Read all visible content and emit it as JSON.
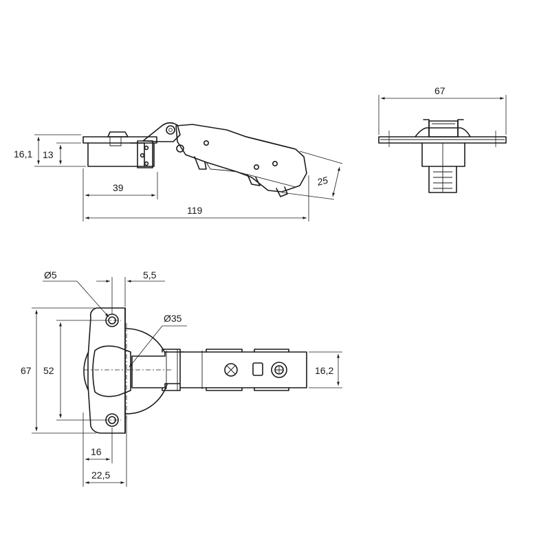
{
  "colors": {
    "line": "#1a1a1a",
    "background": "#ffffff"
  },
  "dimensions": {
    "side_total_height": "16,1",
    "side_plate_height": "13",
    "side_cup_offset": "39",
    "side_total_length": "119",
    "side_angle": "25",
    "top_plate_width": "67",
    "plan_hole_diameter": "Ø5",
    "plan_hole_offset": "5,5",
    "plan_cup_diameter": "Ø35",
    "plan_plate_height": "67",
    "plan_hole_spacing": "52",
    "plan_arm_width": "16,2",
    "plan_hole_edge": "16",
    "plan_cup_center": "22,5"
  }
}
